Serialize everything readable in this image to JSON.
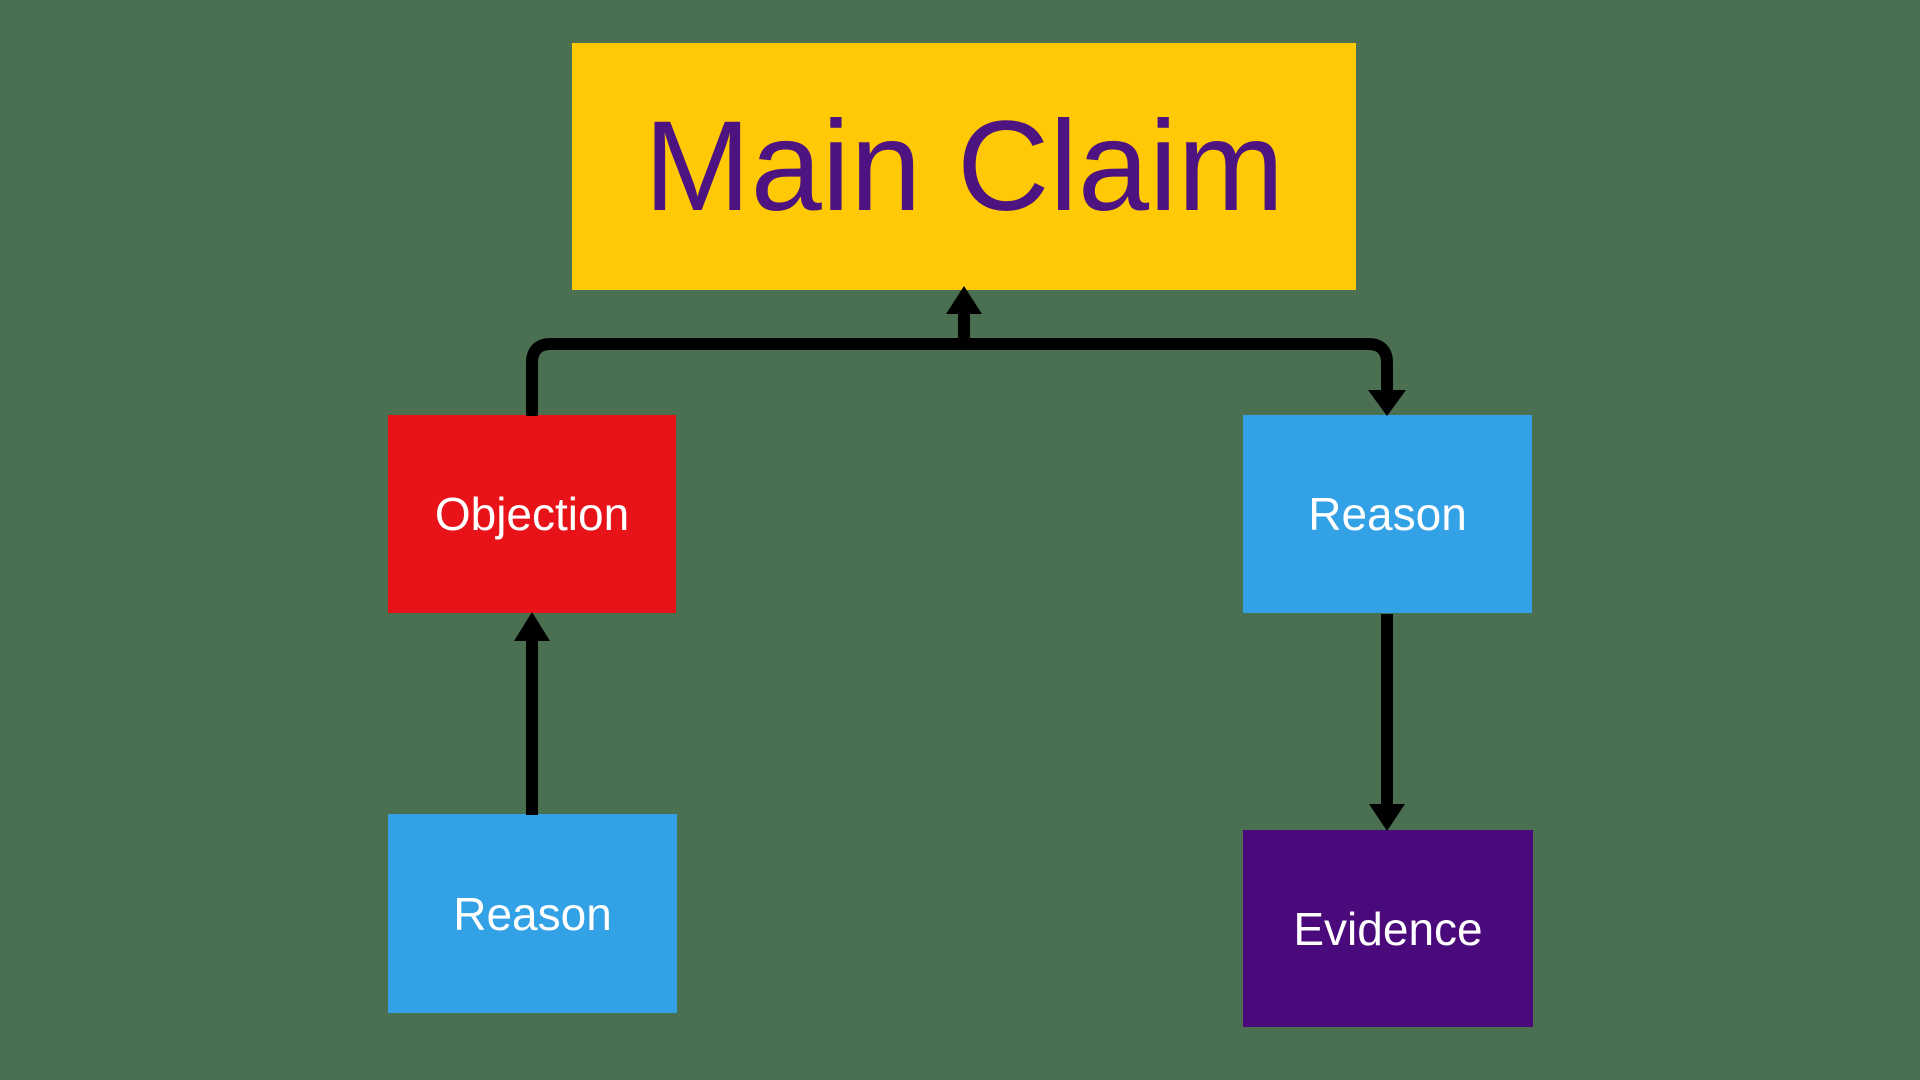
{
  "canvas": {
    "background": "#4A7051"
  },
  "diagram": {
    "connector_color": "#000000",
    "nodes": {
      "main_claim": {
        "label": "Main Claim",
        "bg": "#FFC906",
        "color": "#4D1380"
      },
      "objection": {
        "label": "Objection",
        "bg": "#E81219",
        "color": "#FFFFFF"
      },
      "reason_top": {
        "label": "Reason",
        "bg": "#32A1E5",
        "color": "#FFFFFF"
      },
      "reason_bottom": {
        "label": "Reason",
        "bg": "#32A1E5",
        "color": "#FFFFFF"
      },
      "evidence": {
        "label": "Evidence",
        "bg": "#4A0A7C",
        "color": "#FFFFFF"
      }
    },
    "edges": [
      {
        "from": "objection",
        "to": "main_claim",
        "style": "elbow",
        "arrowhead_at": "main_claim"
      },
      {
        "from": "branch",
        "to": "reason_top",
        "style": "elbow",
        "arrowhead_at": "reason_top"
      },
      {
        "from": "reason_bottom",
        "to": "objection",
        "style": "straight",
        "arrowhead_at": "objection"
      },
      {
        "from": "reason_top",
        "to": "evidence",
        "style": "straight",
        "arrowhead_at": "evidence"
      }
    ]
  }
}
